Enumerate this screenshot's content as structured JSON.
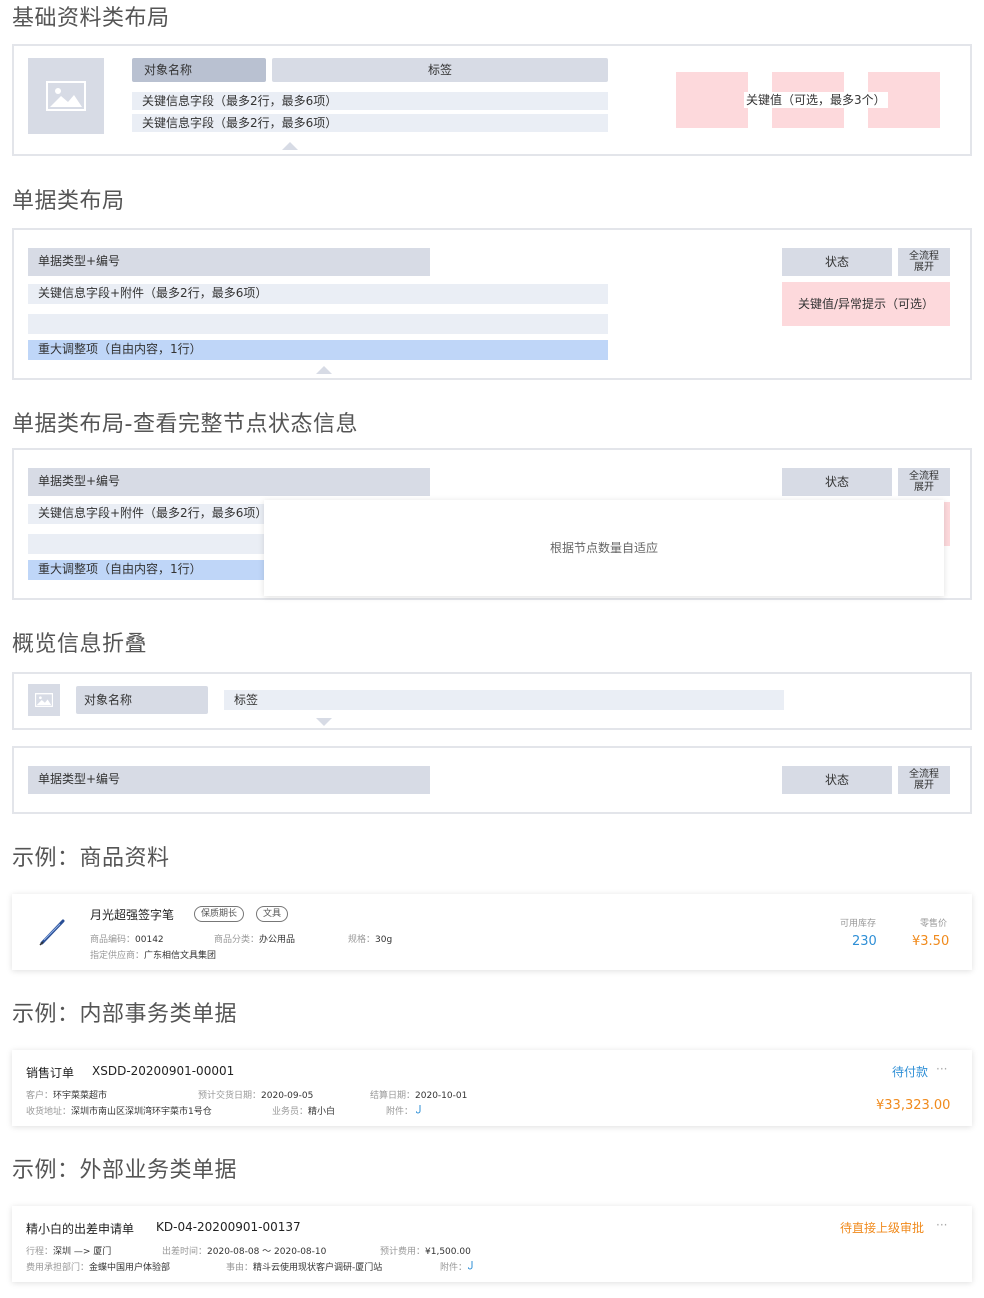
{
  "sections": {
    "basic": "基础资料类布局",
    "doc": "单据类布局",
    "doc_full": "单据类布局-查看完整节点状态信息",
    "collapse": "概览信息折叠",
    "ex_goods": "示例：商品资料",
    "ex_internal": "示例：内部事务类单据",
    "ex_external": "示例：外部业务类单据"
  },
  "basic_layout": {
    "object_name": "对象名称",
    "tag": "标签",
    "key_field_1": "关键信息字段（最多2行，最多6项）",
    "key_field_2": "关键信息字段（最多2行，最多6项）",
    "key_values": "关键值（可选，最多3个）"
  },
  "doc_layout": {
    "type_number": "单据类型+编号",
    "key_field": "关键信息字段+附件（最多2行，最多6项）",
    "major_adjust": "重大调整项（自由内容，1行）",
    "status": "状态",
    "expand_1": "全流程",
    "expand_2": "展开",
    "key_value_alert": "关键值/异常提示（可选）"
  },
  "doc_full_layout": {
    "type_number": "单据类型+编号",
    "key_field": "关键信息字段+附件（最多2行，最多6项）",
    "major_adjust": "重大调整项（自由内容，1行）",
    "status": "状态",
    "expand_1": "全流程",
    "expand_2": "展开",
    "popup_text": "根据节点数量自适应"
  },
  "collapse_layout": {
    "object_name": "对象名称",
    "tag": "标签",
    "type_number": "单据类型+编号",
    "status": "状态",
    "expand_1": "全流程",
    "expand_2": "展开"
  },
  "goods_example": {
    "name": "月光超强签字笔",
    "tags": [
      "保质期长",
      "文具"
    ],
    "code_label": "商品编码：",
    "code": "00142",
    "category_label": "商品分类：",
    "category": "办公用品",
    "spec_label": "规格：",
    "spec": "30g",
    "supplier_label": "指定供应商：",
    "supplier": "广东相信文具集团",
    "stock_label": "可用库存",
    "stock": "230",
    "price_label": "零售价",
    "price": "¥3.50",
    "colors": {
      "stock": "#2f8fd6",
      "price": "#f08a1c"
    }
  },
  "internal_example": {
    "doc_type": "销售订单",
    "doc_no": "XSDD-20200901-00001",
    "status": "待付款",
    "more": "···",
    "customer_label": "客户：",
    "customer": "环宇菜菜超市",
    "delivery_date_label": "预计交货日期：",
    "delivery_date": "2020-09-05",
    "settle_date_label": "结算日期：",
    "settle_date": "2020-10-01",
    "address_label": "收货地址：",
    "address": "深圳市南山区深圳湾环宇菜市1号仓",
    "salesman_label": "业务员：",
    "salesman": "精小白",
    "attach_label": "附件：",
    "amount": "¥33,323.00",
    "colors": {
      "status": "#2f8fd6",
      "amount": "#f08a1c"
    }
  },
  "external_example": {
    "doc_type": "精小白的出差申请单",
    "doc_no": "KD-04-20200901-00137",
    "status": "待直接上级审批",
    "more": "···",
    "trip_label": "行程：",
    "trip": "深圳 —> 厦门",
    "time_label": "出差时间：",
    "time": "2020-08-08 ～ 2020-08-10",
    "cost_label": "预计费用：",
    "cost": "¥1,500.00",
    "dept_label": "费用承担部门：",
    "dept": "金蝶中国用户体验部",
    "reason_label": "事由：",
    "reason": "精斗云使用现状客户调研-厦门站",
    "attach_label": "附件：",
    "colors": {
      "status": "#f08a1c"
    }
  }
}
